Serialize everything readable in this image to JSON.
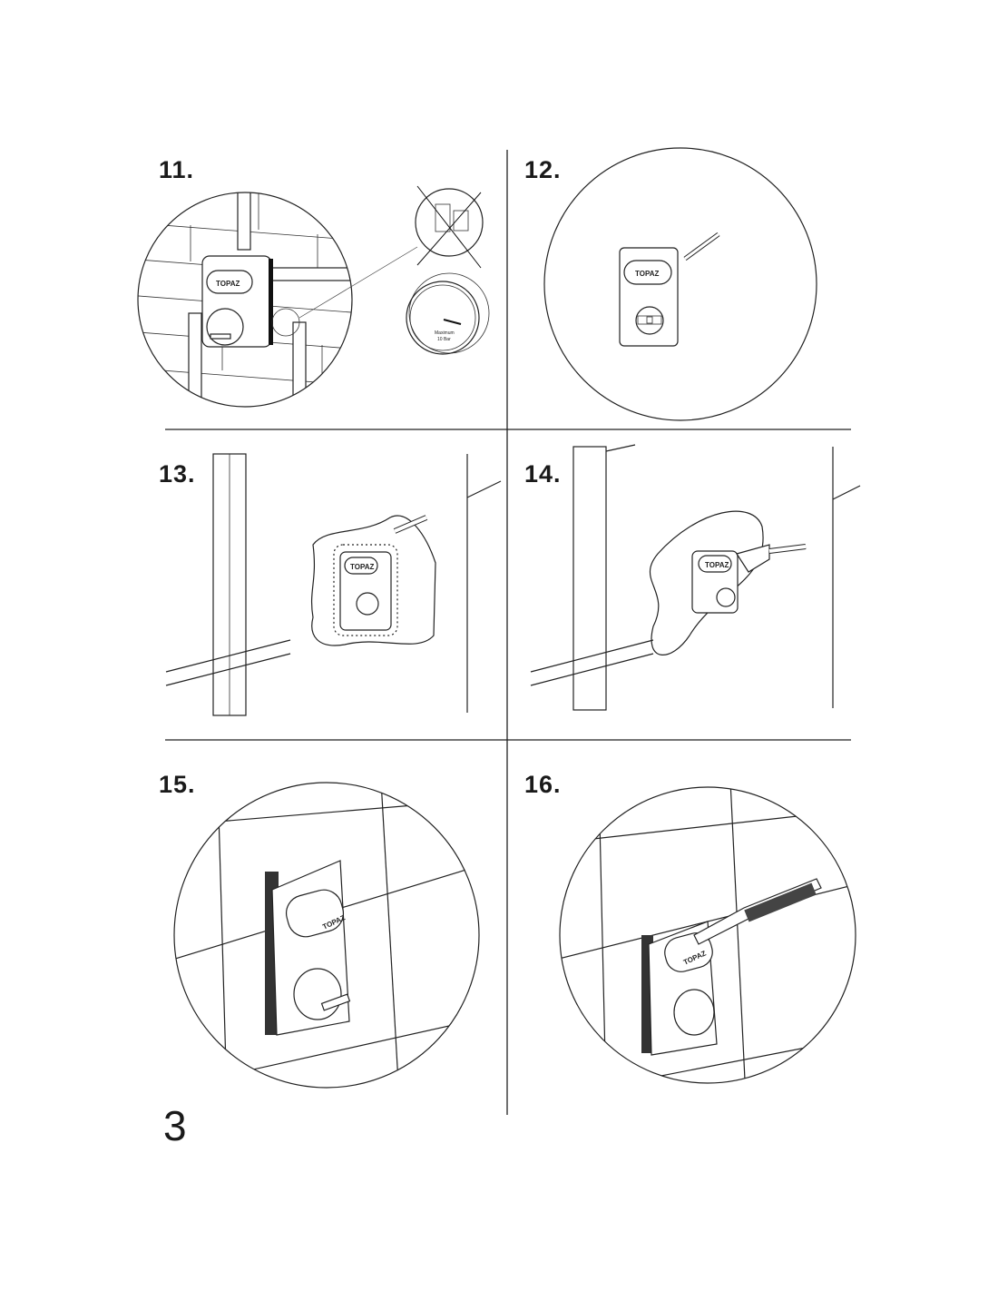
{
  "steps": [
    {
      "number": "11",
      "dot": "."
    },
    {
      "number": "12",
      "dot": "."
    },
    {
      "number": "13",
      "dot": "."
    },
    {
      "number": "14",
      "dot": "."
    },
    {
      "number": "15",
      "dot": "."
    },
    {
      "number": "16",
      "dot": "."
    }
  ],
  "brand_label": "TOPAZ",
  "gauge": {
    "line1": "Maximum",
    "line2": "10 Bar"
  },
  "page_number": "3"
}
